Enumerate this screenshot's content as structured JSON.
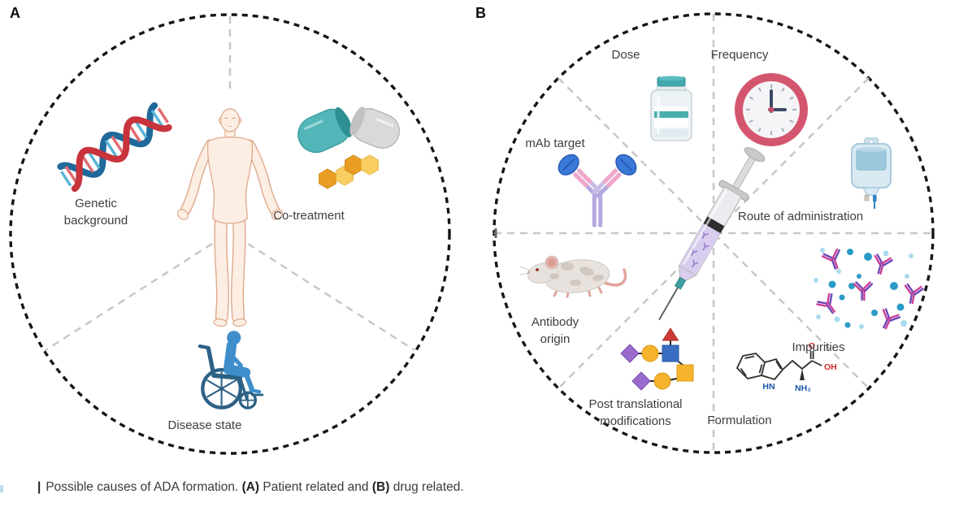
{
  "panel_a": {
    "label": "A",
    "center_icon": "human-body",
    "items": [
      {
        "label": "Genetic background",
        "icon": "dna-icon"
      },
      {
        "label": "Co-treatment",
        "icon": "capsule-molecule-icon"
      },
      {
        "label": "Disease state",
        "icon": "wheelchair-icon"
      }
    ]
  },
  "panel_b": {
    "label": "B",
    "center_icon": "syringe",
    "items": [
      {
        "label": "Dose",
        "icon": "vial-icon"
      },
      {
        "label": "Frequency",
        "icon": "clock-icon"
      },
      {
        "label": "Route of administration",
        "icon": "iv-bag-icon"
      },
      {
        "label": "Impurities",
        "icon": "antibody-particles-icon"
      },
      {
        "label": "Formulation",
        "icon": "amino-acid-structure-icon"
      },
      {
        "label": "Post translational modifications",
        "icon": "glycan-icon"
      },
      {
        "label": "Antibody origin",
        "icon": "mouse-icon"
      },
      {
        "label": "mAb target",
        "icon": "antibody-target-icon"
      }
    ],
    "chem": {
      "o": "O",
      "oh": "OH",
      "hn": "HN",
      "nh2": "NH₂"
    }
  },
  "caption": {
    "bar": "|",
    "text_1": "Possible causes of ADA formation. ",
    "bold_a": "(A)",
    "text_2": " Patient related and ",
    "bold_b": "(B)",
    "text_3": " drug related."
  },
  "colors": {
    "circle_dash": "#151515",
    "divider_dash": "#c7c7c7",
    "dna_red": "#c8333c",
    "dna_blue": "#20699b",
    "capsule_teal": "#55b6b9",
    "capsule_gray": "#d9d9d9",
    "hexagon_orange": "#ea9d23",
    "hexagon_yellow": "#f8ce62",
    "wheelchair_frame_blue": "#2d6186",
    "wheelchair_person_blue": "#3e8ecb",
    "patient_skin": "#fdeee3",
    "clock_ring_pink": "#d4566e",
    "vial_cap_teal": "#41a9ad",
    "antibody_lavender": "#b6a8e0",
    "antibody_pink": "#f0a6ca",
    "target_blue": "#3b7ad9",
    "iv_bag_blue": "#d9eaf3",
    "impurity_dot_teal": "#2a9bc7",
    "impurity_purple": "#6b46b8",
    "impurity_magenta": "#cc3f93",
    "glycan_purple": "#9a6bcc",
    "glycan_yellow": "#f6b42c",
    "glycan_blue": "#3a6ec2",
    "glycan_red": "#cc3b35",
    "label_text": "#3e3e3e"
  }
}
